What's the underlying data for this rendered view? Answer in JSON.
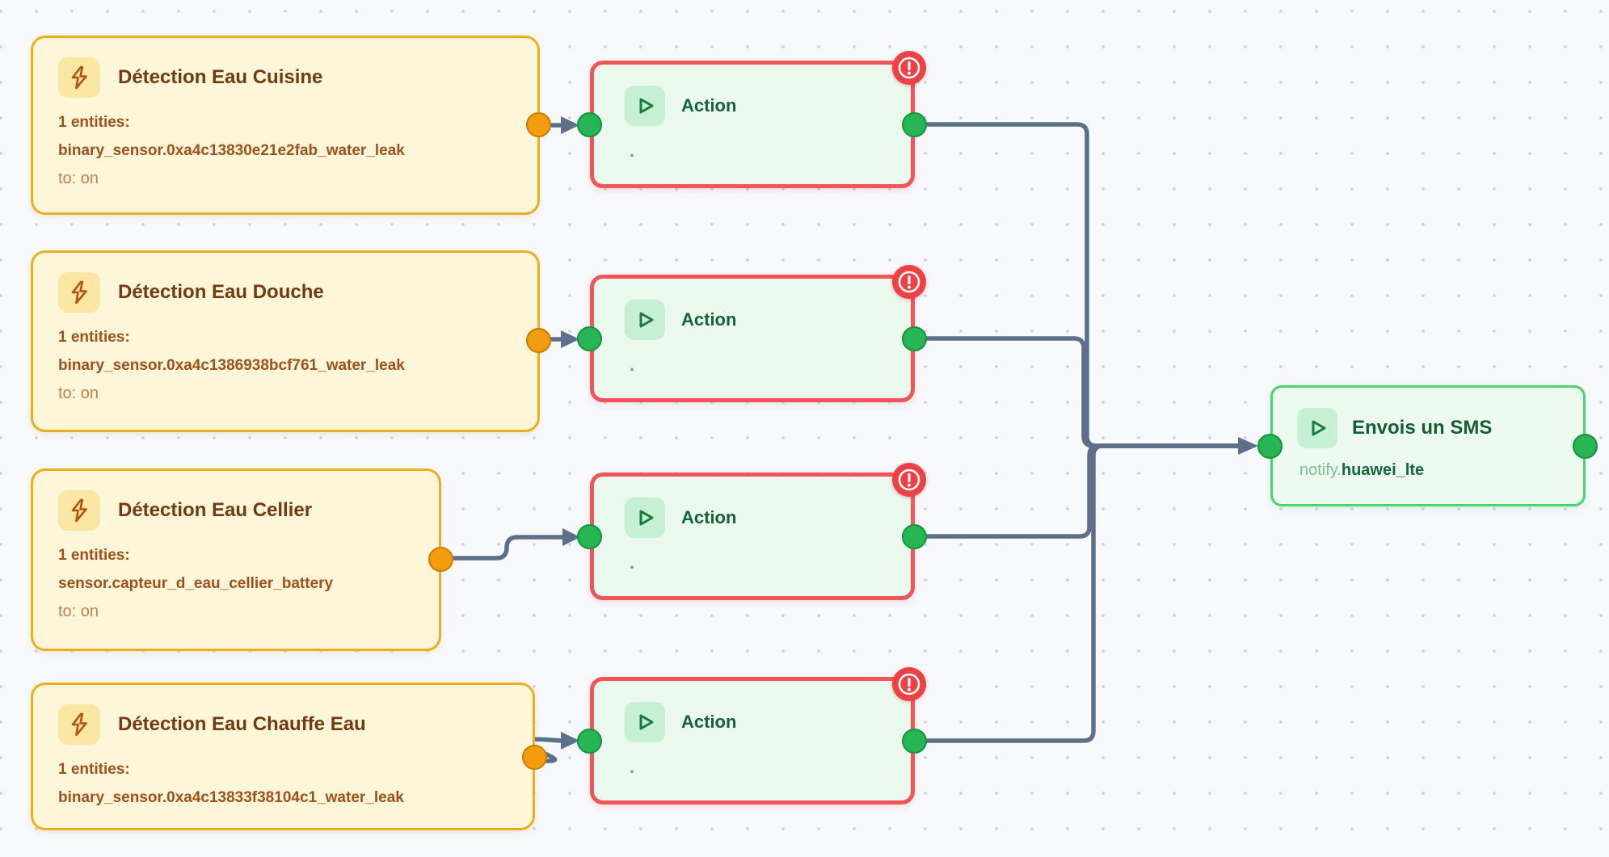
{
  "canvas": {
    "background_color": "#f7f9fc",
    "grid_dot_color": "#ccd5e3"
  },
  "colors": {
    "trigger_border": "#ecae21",
    "trigger_background": "#fdf6d9",
    "trigger_title": "#713a10",
    "trigger_entity_text": "#a0511b",
    "trigger_state_text": "#c2804e",
    "action_border": "#f15558",
    "action_background": "#eaf8ee",
    "action_title": "#176239",
    "output_border": "#4cd473",
    "output_background": "#edfaf0",
    "handle_green": "#27b653",
    "handle_orange": "#f49d0c",
    "edge": "#5d7089",
    "error_badge": "#ee4143"
  },
  "icons": {
    "trigger": "lightning-bolt-icon",
    "action": "play-icon",
    "output": "play-icon",
    "error": "error-exclamation-icon"
  },
  "nodes": {
    "triggers": [
      {
        "title": "Détection Eau Cuisine",
        "entities_label": "1 entities:",
        "entity": "binary_sensor.0xa4c13830e21e2fab_water_leak",
        "state": "to: on"
      },
      {
        "title": "Détection Eau Douche",
        "entities_label": "1 entities:",
        "entity": "binary_sensor.0xa4c1386938bcf761_water_leak",
        "state": "to: on"
      },
      {
        "title": "Détection Eau Cellier",
        "entities_label": "1 entities:",
        "entity": "sensor.capteur_d_eau_cellier_battery",
        "state": "to: on"
      },
      {
        "title": "Détection Eau Chauffe Eau",
        "entities_label": "1 entities:",
        "entity": "binary_sensor.0xa4c13833f38104c1_water_leak"
      }
    ],
    "actions": [
      {
        "title": "Action",
        "subtitle": "."
      },
      {
        "title": "Action",
        "subtitle": "."
      },
      {
        "title": "Action",
        "subtitle": "."
      },
      {
        "title": "Action",
        "subtitle": "."
      }
    ],
    "output_node": {
      "title": "Envois un SMS",
      "service_prefix": "notify.",
      "service_name": "huawei_lte"
    }
  }
}
